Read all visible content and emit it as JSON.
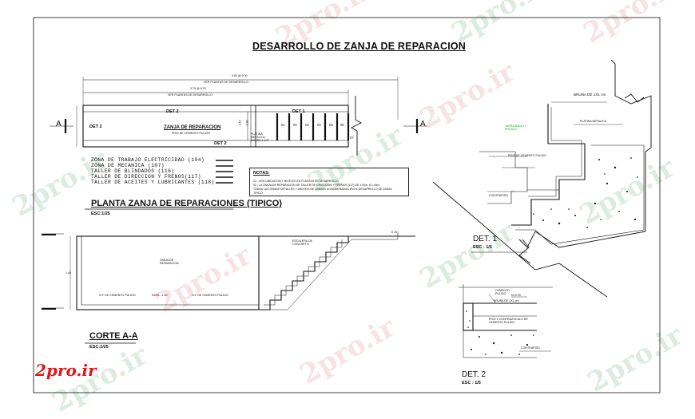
{
  "main_title": "DESARROLLO DE ZANJA DE REPARACION",
  "dim_top": "5.00 @ 9.00",
  "dim_top_sub": "VER PLANTAS DE DESARROLLO",
  "dim_mid": "3.75 @ 6.75",
  "dim_mid_sub": "VER PLANTAS DE DESARROLLO",
  "section_marks": [
    "A",
    "A"
  ],
  "plan": {
    "det2_left": "DET 2",
    "det2_top": "DET 2",
    "det2_bottom": "DET 2",
    "det1": "DET 1",
    "zanja_label": "ZANJA DE REPARACION",
    "zanja_sub": "PISO DE CEMENTO PULIDO",
    "side_note": "PLATINA METALICA SOBRE 1 1/2\"",
    "dim_left": "1.40",
    "dim_right": "1.90",
    "steps": [
      "01",
      "02",
      "03",
      "04",
      "05",
      "06",
      "07"
    ]
  },
  "zones": [
    "ZONA DE TRABAJO ELECTRICIDAD (104)",
    "ZONA DE  MECANICA (107)",
    "TALLER DE BLINDADOS (116)",
    "TALLER DE DIRECCION Y FRENOS(117)",
    "TALLER DE ACEITES Y LUBRICANTES (118)"
  ],
  "notes": {
    "title": "NOTAS:",
    "lines": [
      "01.- VER UBICACION Y NIVELES EN PLANTAS DE DESARROLLO",
      "02.- LA ZANJA DE REPARACION DE TALLER DE DIRECCION Y FRENOS (117) DE 1.20m. A 1.40m.",
      "TODAS LAS DEMAS DETALLES Y ANCHOS DE ZANJAS CONSIDERADAS EN EL DESARROLLO DE ZANJA",
      "TIPICO"
    ]
  },
  "plan_title": "PLANTA ZANJA DE REPARACIONES (TIPICO)",
  "plan_scale": "ESC:1/25",
  "section_title": "CORTE A-A",
  "section_scale": "ESC:1/25",
  "section": {
    "label_center": "ZANJA DE REPARACION",
    "label_stairs": "ESCALERA DE CONCRETO",
    "label_bottom_1": "N.F. DE CEMENTO PULIDO",
    "label_bottom_2": "NIVEL -1.40",
    "label_bottom_3": "N.F. DE CEMENTO PULIDO",
    "dim_height": "1.40",
    "dim_top": "0.15"
  },
  "det1": {
    "title": "DET.  1",
    "scale": "ESC : 1/5",
    "label_bruna": "BRUÑA DE 1X1 cm",
    "label_platina": "PLATINA METALICA",
    "label_ref": "TARRAJEADO Y PINTADO",
    "label_piso": "PISO DE CEMENTO PULIDO",
    "label_contrapiso": "CONTRAPISO"
  },
  "det2": {
    "title": "DET.  2",
    "scale": "ESC : 1/5",
    "label_cemento": "CEMENTO PULIDO",
    "label_bruna": "BRUÑA DE 1X1 cm",
    "label_nivel": "N=0.15",
    "label_piso": "PISO Y CONTRAZOCALO DE CEMENTO PULIDO",
    "label_contrapiso": "CONTRAPISO"
  },
  "brand": "2pro.ir",
  "watermark": "2pro.ir",
  "colors": {
    "ink": "#111111",
    "brand_red": "#e0161b",
    "note_green": "#22a33a",
    "wm_green": "#9fc9a8",
    "wm_pink": "#e7b2b2"
  }
}
